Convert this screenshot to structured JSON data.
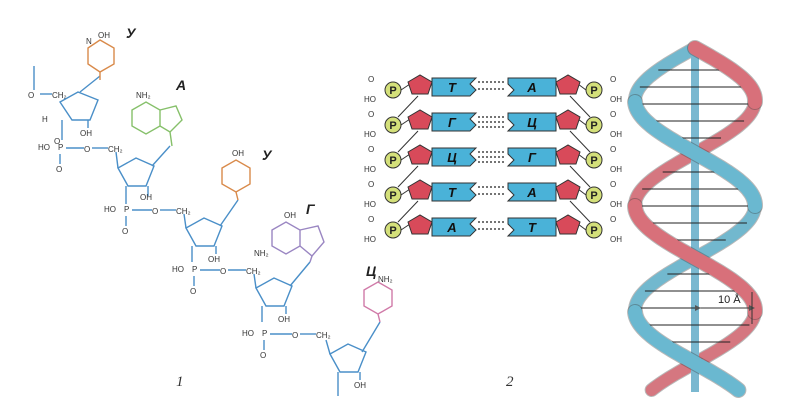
{
  "panel1": {
    "caption": "1",
    "nucleotides": [
      {
        "base": "У",
        "base_color": "#d98a4a",
        "group_label": "OH"
      },
      {
        "base": "А",
        "base_color": "#86c06a",
        "group_label": "NH₂"
      },
      {
        "base": "У",
        "base_color": "#d98a4a",
        "group_label": "OH"
      },
      {
        "base": "Г",
        "base_color": "#9a86c2",
        "group_label": "OH",
        "amino_label": "NH₂"
      },
      {
        "base": "Ц",
        "base_color": "#d07aa8",
        "group_label": "NH₂"
      }
    ],
    "atom_labels": {
      "H": "H",
      "OH": "OH",
      "HO": "HO",
      "O": "O",
      "P": "P",
      "N": "N",
      "CH2": "CH₂"
    },
    "backbone_color": "#4a8fc8"
  },
  "panel2": {
    "caption": "2",
    "phosphate_label": "P",
    "left_group": {
      "top": "O",
      "bottom": "HO"
    },
    "right_group": {
      "top": "O",
      "bottom": "OH"
    },
    "pairs": [
      {
        "left": "Т",
        "right": "А"
      },
      {
        "left": "Г",
        "right": "Ц"
      },
      {
        "left": "Ц",
        "right": "Г"
      },
      {
        "left": "Т",
        "right": "А"
      },
      {
        "left": "А",
        "right": "Т"
      }
    ],
    "colors": {
      "phosphate": "#d4e07a",
      "sugar": "#d84a5a",
      "base": "#4ab2d8"
    }
  },
  "panel3": {
    "pitch_label": "10 Å",
    "colors": {
      "strand_a": "#d8707a",
      "strand_b": "#6ab8d0",
      "axis": "#7ab8d0"
    }
  }
}
